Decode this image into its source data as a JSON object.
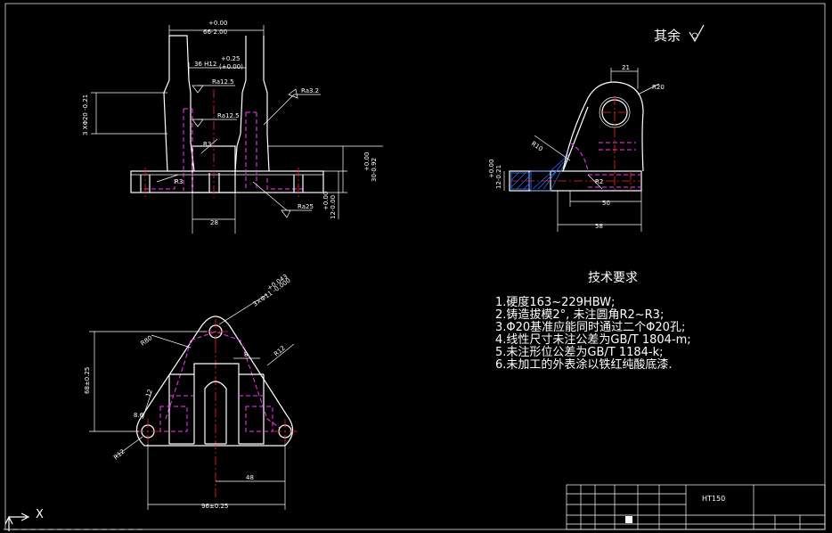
{
  "front_view": {
    "dim_overall_tol": "+0.00",
    "dim_overall": "66-2.00",
    "dim_slot": "36 H12",
    "dim_slot_tol_upper": "+0.25",
    "dim_slot_tol_lower": "(+0.00)",
    "dim_left_vertical": "3 XΦ20 -0.21",
    "roughness_1": "Ra12.5",
    "roughness_2": "Ra12.5",
    "roughness_3": "Ra3.2",
    "roughness_4": "Ra25",
    "radius_1": "R3",
    "radius_2": "R3",
    "dim_height": "30-0.92",
    "dim_height_tol": "+0.00",
    "dim_base": "12-0.00",
    "dim_base_tol": "+0.00",
    "dim_width_28": "28"
  },
  "side_view": {
    "dim_21": "21",
    "dim_r20": "R20",
    "dim_r10": "R10",
    "dim_r2": "R2",
    "dim_50": "50",
    "dim_58": "58",
    "dim_vertical": "12-0.21",
    "dim_vertical_tol": "+0.00"
  },
  "top_view": {
    "dim_hole": "3×Φ11 -0.000",
    "dim_hole_tol": "+0.043",
    "dim_r80": "R80",
    "dim_r12": "R12",
    "dim_8": "8",
    "dim_68": "68±0.25",
    "dim_r12_left": "R12",
    "dim_86": "8.6",
    "dim_12": "12",
    "dim_48": "48",
    "dim_96": "96±0.25"
  },
  "surface_note": "其余",
  "tech_requirements": {
    "title": "技术要求",
    "items": [
      "1.硬度163~229HBW;",
      "2.铸造拔模2°, 未注圆角R2~R3;",
      "3.Φ20基准应能同时通过二个Φ20孔;",
      "4.线性尺寸未注公差为GB/T 1804-m;",
      "5.未注形位公差为GB/T 1184-k;",
      "6.未加工的外表涂以铁红纯酸底漆."
    ]
  },
  "title_block": {
    "material": "HT150"
  },
  "ucs": {
    "x_label": "X"
  },
  "colors": {
    "background": "#000000",
    "line": "#ffffff",
    "hidden": "#ff33ff",
    "center": "#ff2222",
    "hatch": "#2a6bff"
  }
}
